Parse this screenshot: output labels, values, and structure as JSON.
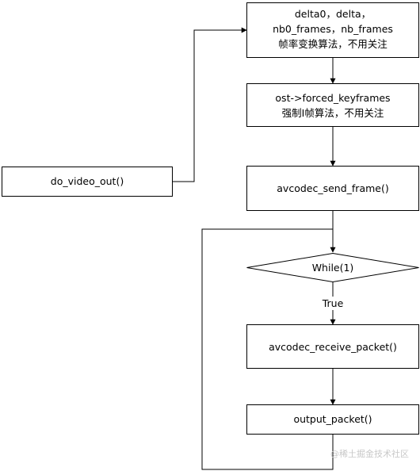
{
  "nodes": {
    "delta_box": {
      "line1": "delta0，delta，",
      "line2": "nb0_frames，nb_frames",
      "line3": "帧率变换算法，不用关注"
    },
    "keyframes_box": {
      "line1": "ost->forced_keyframes",
      "line2": "强制I帧算法，不用关注"
    },
    "do_video_out_box": {
      "label": "do_video_out()"
    },
    "send_frame_box": {
      "label": "avcodec_send_frame()"
    },
    "while_diamond": {
      "label": "While(1)"
    },
    "receive_packet_box": {
      "label": "avcodec_receive_packet()"
    },
    "output_packet_box": {
      "label": "output_packet()"
    }
  },
  "edges": {
    "true_label": "True"
  },
  "watermark": "@稀土掘金技术社区"
}
